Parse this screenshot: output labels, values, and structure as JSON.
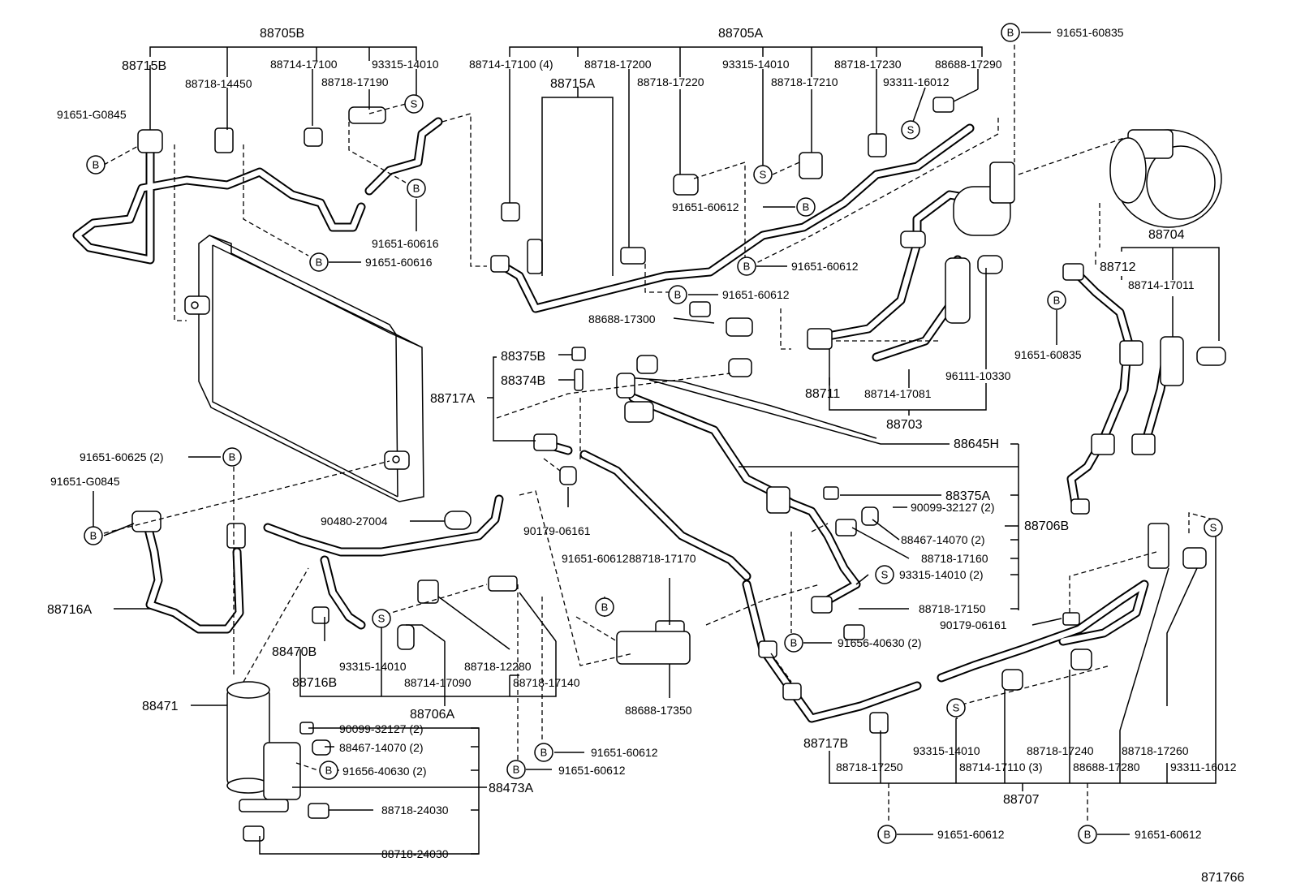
{
  "diagram": {
    "id": "871766",
    "marker_b": "B",
    "marker_s": "S",
    "labels": {
      "p88705B": "88705B",
      "p88705A": "88705A",
      "p88715B": "88715B",
      "p88715A": "88715A",
      "p88718_14450": "88718-14450",
      "p88714_17100": "88714-17100",
      "p93315_14010a": "93315-14010",
      "p88718_17190": "88718-17190",
      "p91651_G0845a": "91651-G0845",
      "p91651_60616a": "91651-60616",
      "p91651_60616b": "91651-60616",
      "p88714_17100_4": "88714-17100 (4)",
      "p88718_17200": "88718-17200",
      "p88718_17220": "88718-17220",
      "p93315_14010b": "93315-14010",
      "p88718_17210": "88718-17210",
      "p88718_17230": "88718-17230",
      "p93311_16012a": "93311-16012",
      "p88688_17290": "88688-17290",
      "p91651_60835a": "91651-60835",
      "p91651_60612a": "91651-60612",
      "p91651_60612b": "91651-60612",
      "p91651_60612c": "91651-60612",
      "p88688_17300": "88688-17300",
      "p88704": "88704",
      "p88712": "88712",
      "p88714_17011": "88714-17011",
      "p91651_60835b": "91651-60835",
      "p88711": "88711",
      "p88714_17081": "88714-17081",
      "p96111_10330": "96111-10330",
      "p88703": "88703",
      "p88375B": "88375B",
      "p88374B": "88374B",
      "p88717A": "88717A",
      "p88645H": "88645H",
      "p88375A": "88375A",
      "p90099_32127a": "90099-32127 (2)",
      "p88706B": "88706B",
      "p88467_14070a": "88467-14070 (2)",
      "p88718_17160": "88718-17160",
      "p93315_14010_2": "93315-14010 (2)",
      "p88718_17150": "88718-17150",
      "p91651_60625": "91651-60625 (2)",
      "p91651_G0845b": "91651-G0845",
      "p90480_27004": "90480-27004",
      "p90179_06161a": "90179-06161",
      "p91651_60612d": "91651-60612",
      "p88718_17170": "88718-17170",
      "p88688_17350": "88688-17350",
      "p88716A": "88716A",
      "p88470B": "88470B",
      "p93315_14010c": "93315-14010",
      "p88714_17090": "88714-17090",
      "p88718_12280": "88718-12280",
      "p88718_17140": "88718-17140",
      "p88716B": "88716B",
      "p88706A": "88706A",
      "p88471": "88471",
      "p90099_32127b": "90099-32127 (2)",
      "p88467_14070b": "88467-14070 (2)",
      "p91656_40630a": "91656-40630 (2)",
      "p88473A": "88473A",
      "p88718_24030a": "88718-24030",
      "p88718_24030b": "88718-24030",
      "p91651_60612e": "91651-60612",
      "p91651_60612f": "91651-60612",
      "p91656_40630b": "91656-40630 (2)",
      "p90179_06161b": "90179-06161",
      "p88717B": "88717B",
      "p88718_17250": "88718-17250",
      "p93315_14010d": "93315-14010",
      "p88714_17110": "88714-17110 (3)",
      "p88718_17240": "88718-17240",
      "p88688_17280": "88688-17280",
      "p88718_17260": "88718-17260",
      "p93311_16012b": "93311-16012",
      "p88707": "88707",
      "p91651_60612g": "91651-60612",
      "p91651_60612h": "91651-60612"
    }
  }
}
